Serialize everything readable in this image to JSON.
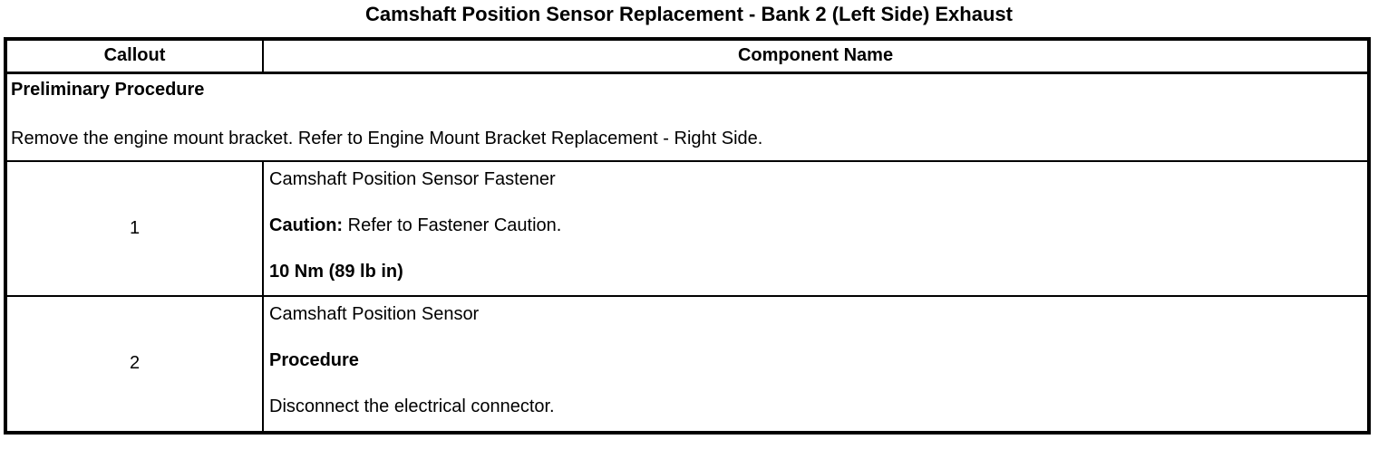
{
  "page_title": "Camshaft Position Sensor Replacement - Bank 2 (Left Side) Exhaust",
  "table": {
    "headers": {
      "callout": "Callout",
      "component": "Component Name"
    },
    "preliminary": {
      "heading": "Preliminary Procedure",
      "text": "Remove the engine mount bracket. Refer to Engine Mount Bracket Replacement - Right Side."
    },
    "rows": [
      {
        "callout": "1",
        "line1": "Camshaft Position Sensor Fastener",
        "line2_bold": "Caution:",
        "line2_rest": " Refer to Fastener Caution.",
        "line3": "10 Nm (89 lb in)"
      },
      {
        "callout": "2",
        "line1": "Camshaft Position Sensor",
        "line2": "Procedure",
        "line3": "Disconnect the electrical connector."
      }
    ]
  },
  "colors": {
    "text": "#000000",
    "background": "#ffffff",
    "border": "#000000"
  }
}
